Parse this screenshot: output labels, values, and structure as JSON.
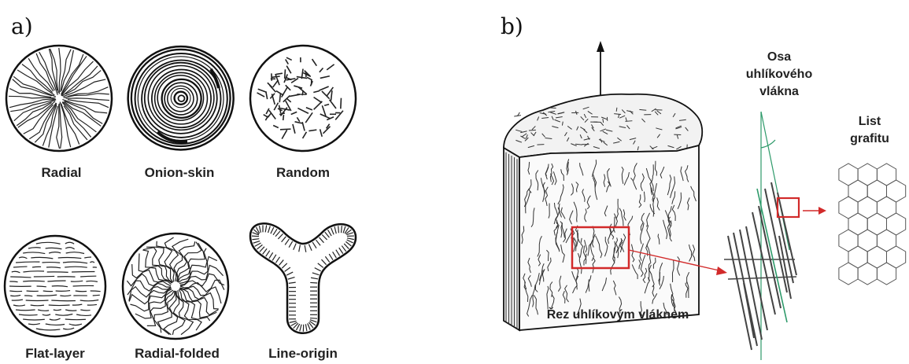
{
  "panel_a": {
    "letter": "a)",
    "items": [
      {
        "label": "Radial"
      },
      {
        "label": "Onion-skin"
      },
      {
        "label": "Random"
      },
      {
        "label": "Flat-layer"
      },
      {
        "label": "Radial-folded"
      },
      {
        "label": "Line-origin"
      }
    ]
  },
  "panel_b": {
    "letter": "b)",
    "section_label": "Řez uhlíkovým vláknem",
    "axis_label": [
      "Osa",
      "uhlíkového",
      "vlákna"
    ],
    "sheet_label": [
      "List",
      "grafitu"
    ],
    "colors": {
      "highlight": "#d22a2a",
      "axis": "#2e9a6a",
      "line": "#1a1a1a"
    }
  }
}
